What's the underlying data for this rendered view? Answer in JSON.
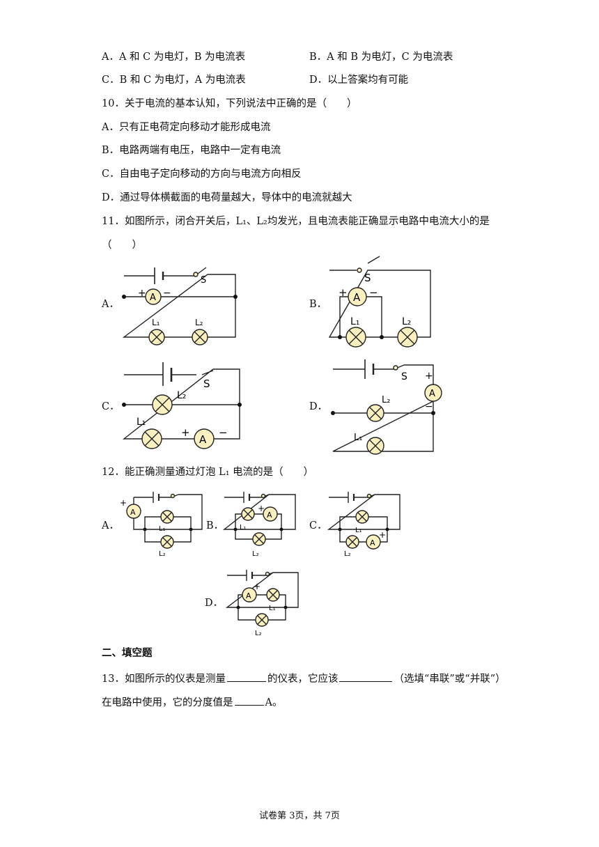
{
  "q9": {
    "optA": "A．A 和 C 为电灯，B 为电流表",
    "optB": "B．A 和 B 为电灯，C 为电流表",
    "optC": "C．B 和 C 为电灯，A 为电流表",
    "optD": "D．以上答案均有可能"
  },
  "q10": {
    "stem": "10．关于电流的基本认知，下列说法中正确的是（　　）",
    "optA": "A．只有正电荷定向移动才能形成电流",
    "optB": "B．电路两端有电压，电路中一定有电流",
    "optC": "C．自由电子定向移动的方向与电流方向相反",
    "optD": "D．通过导体横截面的电荷量越大，导体中的电流就越大"
  },
  "q11": {
    "stem": "11．如图所示，闭合开关后，L₁、L₂均发光，且电流表能正确显示电路中电流大小的是",
    "paren": "（　　）",
    "labels": [
      "A．",
      "B．",
      "C．",
      "D．"
    ]
  },
  "q12": {
    "stem": "12．能正确测量通过灯泡 L₁ 电流的是（　　）",
    "labels": [
      "A．",
      "B．",
      "C．",
      "D．"
    ]
  },
  "circuit_text": {
    "ammeter": "A",
    "switch": "S",
    "L1": "L₁",
    "L2": "L₂",
    "plus": "+",
    "minus": "−"
  },
  "section2": {
    "title": "二、填空题"
  },
  "q13": {
    "line1_a": "13．如图所示的仪表是测量",
    "line1_b": "的仪表，它应该",
    "line1_c": "（选填“串联”或“并联”）",
    "line2_a": "在电路中使用，它的分度值是",
    "line2_b": "A。"
  },
  "footer": "试卷第 3页，共 7页"
}
